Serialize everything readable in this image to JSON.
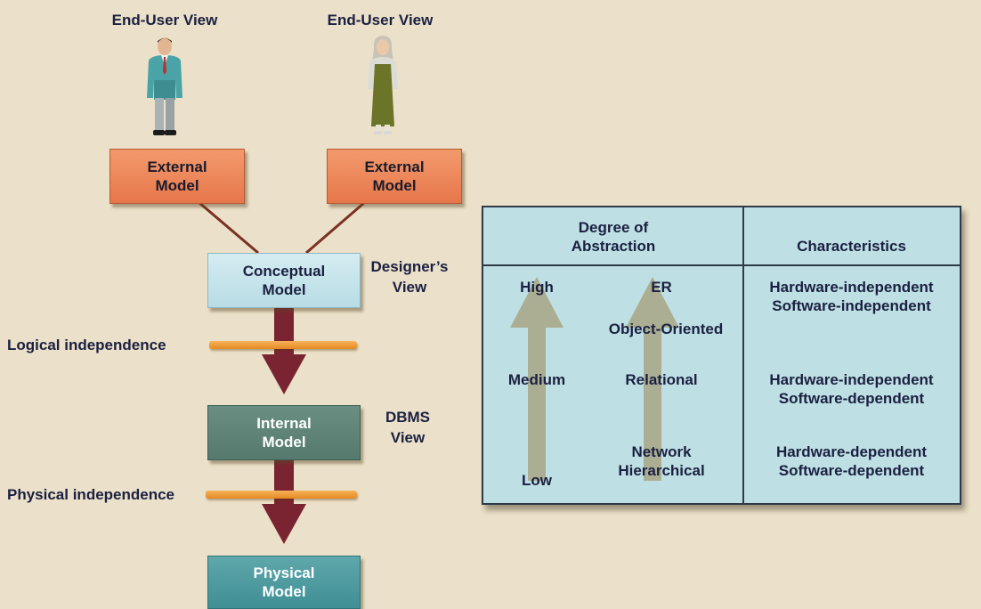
{
  "views": {
    "end_user_1": "End-User View",
    "end_user_2": "End-User View",
    "designer": "Designer’s\nView",
    "dbms": "DBMS\nView"
  },
  "models": {
    "external_1": "External\nModel",
    "external_2": "External\nModel",
    "conceptual": "Conceptual\nModel",
    "internal": "Internal\nModel",
    "physical": "Physical\nModel"
  },
  "independence": {
    "logical": "Logical independence",
    "physical": "Physical independence"
  },
  "table": {
    "header_abstraction": "Degree of\nAbstraction",
    "header_characteristics": "Characteristics",
    "rows": [
      {
        "degree": "High",
        "models": "ER",
        "models_extra": "Object-Oriented",
        "characteristics": "Hardware-independent\nSoftware-independent"
      },
      {
        "degree": "Medium",
        "models": "Relational",
        "characteristics": "Hardware-independent\nSoftware-dependent"
      },
      {
        "degree": "Low",
        "models": "Network\nHierarchical",
        "characteristics": "Hardware-dependent\nSoftware-dependent"
      }
    ]
  },
  "colors": {
    "background": "#ebe0c9",
    "external": "#ec8559",
    "conceptual": "#c6e4eb",
    "internal": "#5f8578",
    "physical": "#4b9ba0",
    "arrow": "#7a2431",
    "bar": "#ee9d3c",
    "table": "#bee0e4"
  }
}
